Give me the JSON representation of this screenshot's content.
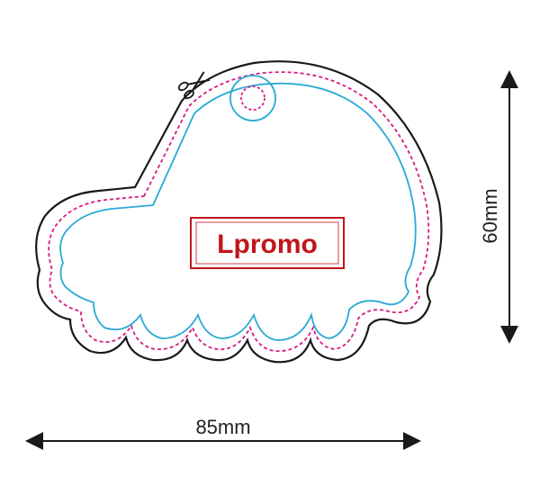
{
  "logo": {
    "text": "Lpromo",
    "color": "#c0161b"
  },
  "dimensions": {
    "width_label": "85mm",
    "height_label": "60mm"
  },
  "icons": [
    "scissors-icon"
  ],
  "colors": {
    "cut_line": "#1a1a1a",
    "bleed_line": "#d81b7f",
    "safe_line": "#29a9d6",
    "dimension": "#1a1a1a"
  }
}
